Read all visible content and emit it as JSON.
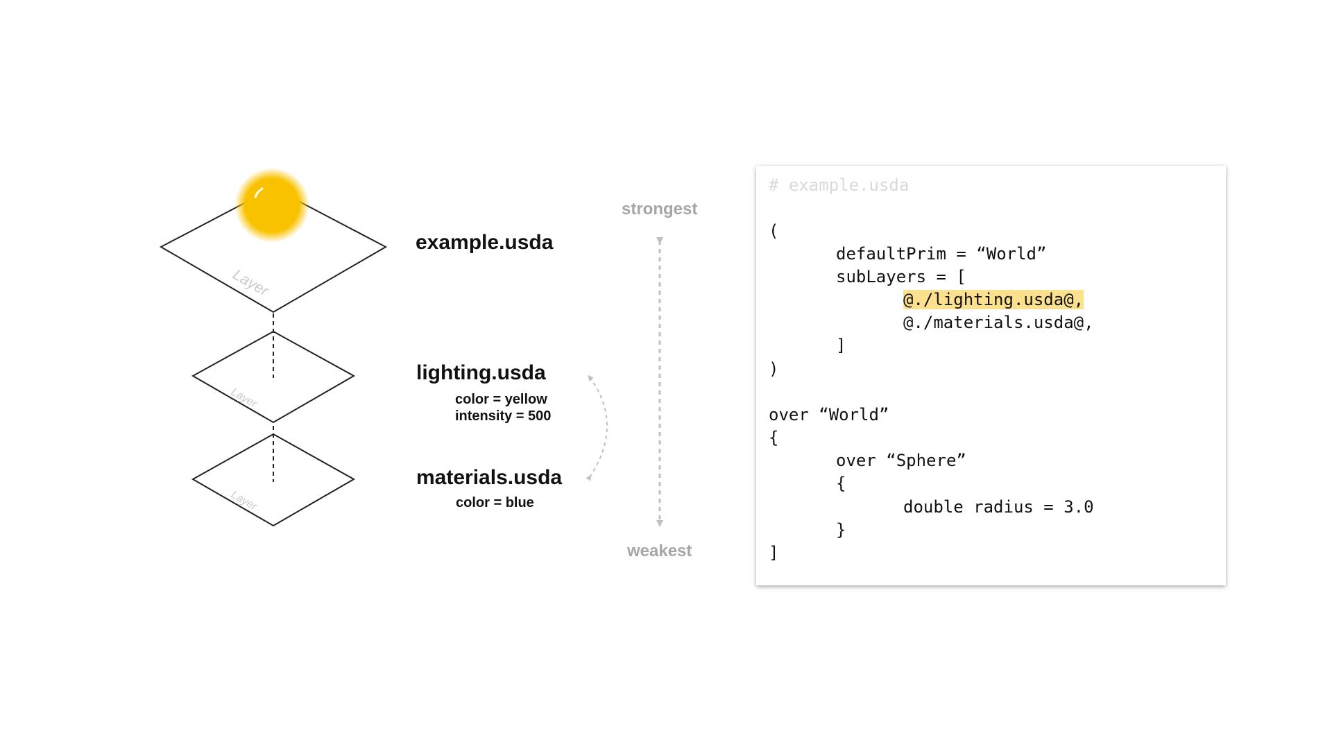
{
  "layers": [
    {
      "file": "example.usda",
      "layer_label": "Layer",
      "properties": []
    },
    {
      "file": "lighting.usda",
      "layer_label": "Layer",
      "properties": [
        "color = yellow",
        "intensity = 500"
      ]
    },
    {
      "file": "materials.usda",
      "layer_label": "Layer",
      "properties": [
        "color = blue"
      ]
    }
  ],
  "strength": {
    "top": "strongest",
    "bottom": "weakest"
  },
  "code": {
    "comment": "# example.usda",
    "lines": [
      {
        "indent": "",
        "text": "("
      },
      {
        "indent": "\t",
        "text": "defaultPrim = “World”"
      },
      {
        "indent": "\t",
        "text": "subLayers = ["
      },
      {
        "indent": "\t\t",
        "text": "@./lighting.usda@,",
        "highlight": true
      },
      {
        "indent": "\t\t",
        "text": "@./materials.usda@,"
      },
      {
        "indent": "\t",
        "text": "]"
      },
      {
        "indent": "",
        "text": ")"
      },
      {
        "indent": "",
        "text": ""
      },
      {
        "indent": "",
        "text": "over “World”"
      },
      {
        "indent": "",
        "text": "{"
      },
      {
        "indent": "\t",
        "text": "over “Sphere”"
      },
      {
        "indent": "\t",
        "text": "{"
      },
      {
        "indent": "\t\t",
        "text": "double radius = 3.0"
      },
      {
        "indent": "\t",
        "text": "}"
      },
      {
        "indent": "",
        "text": "]"
      }
    ]
  },
  "colors": {
    "sun": "#f9c200",
    "highlight": "#fbe08e",
    "arrow": "#bfbfbf",
    "outline": "#222222",
    "muted_text": "#a6a6a6"
  },
  "icons": {
    "sun": "sun-icon"
  }
}
